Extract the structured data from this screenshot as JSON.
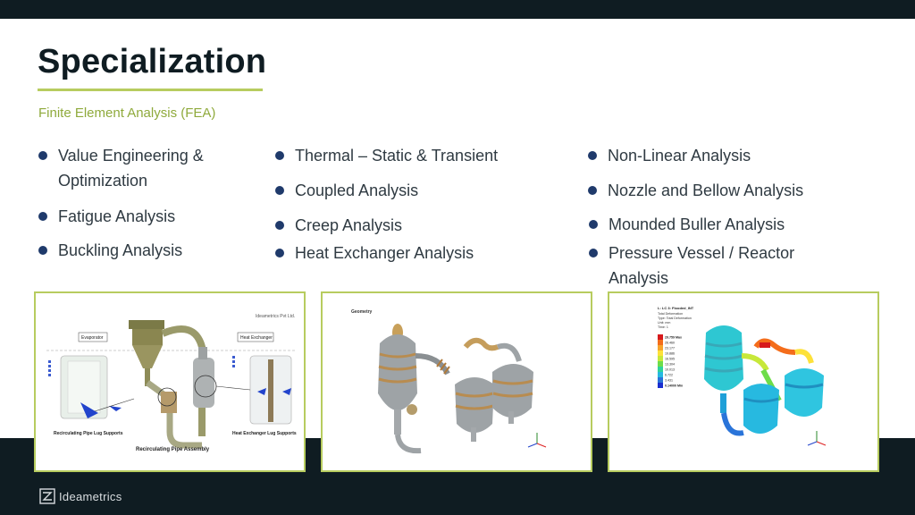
{
  "slide": {
    "title": "Specialization",
    "subtitle": "Finite Element Analysis (FEA)"
  },
  "bullets": {
    "col1": [
      "Value Engineering &",
      "Optimization",
      "Fatigue Analysis",
      "Buckling Analysis"
    ],
    "col2": [
      "Thermal – Static & Transient",
      "Coupled Analysis",
      "Creep Analysis",
      "Heat Exchanger Analysis"
    ],
    "col3": [
      "Non-Linear Analysis",
      "Nozzle and Bellow Analysis",
      "Mounded Buller Analysis",
      "Pressure Vessel / Reactor",
      "Analysis"
    ]
  },
  "images": {
    "left": {
      "company": "Ideametrics Pvt Ltd.",
      "evaporator": "Evaporator",
      "heat_exchanger": "Heat Exchanger",
      "caption_lug": "Recirculating Pipe Lug Supports",
      "caption_hx": "Heat Exchanger Lug Supports",
      "caption_main": "Recirculating Pipe Assembly"
    },
    "middle": {
      "label": "Geometry"
    },
    "right": {
      "legend_title": "L: LC 3: Flooded_INT",
      "legend_lines": [
        "Total Deformation",
        "Type: Total Deformation",
        "Unit: mm",
        "Time: 1"
      ],
      "legend_values": [
        "29.759 Max",
        "26.460",
        "23.177",
        "19.886",
        "16.595",
        "13.304",
        "10.013",
        "6.722",
        "3.431",
        "0.14000 Min"
      ],
      "colors": [
        "#d7191c",
        "#f46d1b",
        "#f7a42b",
        "#fde13a",
        "#c7e83a",
        "#6ddd4a",
        "#2fd39b",
        "#27b9e0",
        "#2a74d9",
        "#1a2fd0"
      ]
    }
  },
  "footer": {
    "brand": "Ideametrics"
  }
}
